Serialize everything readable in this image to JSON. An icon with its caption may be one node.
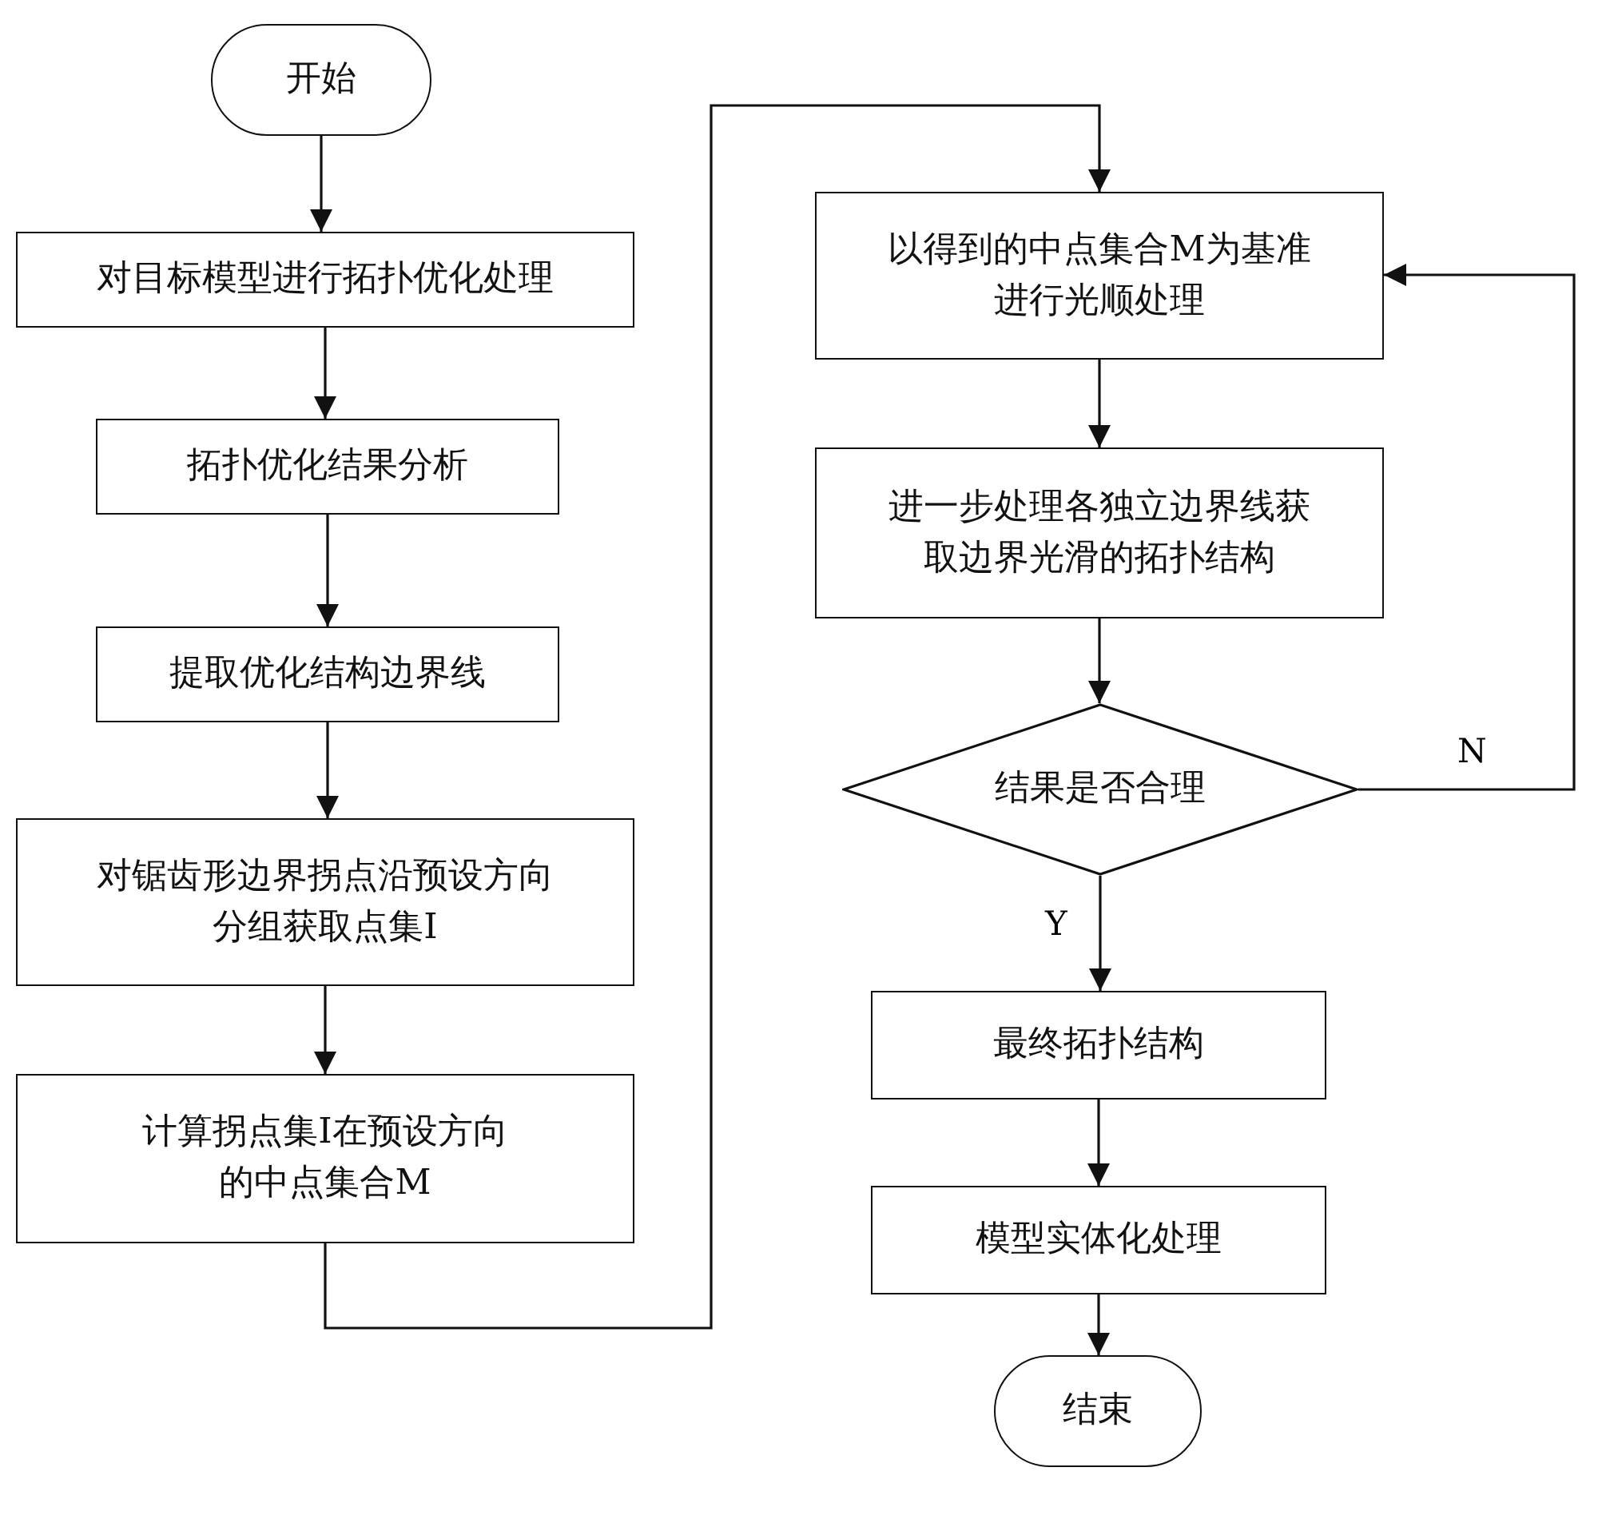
{
  "diagram": {
    "nodes": [
      {
        "text": [
          "开始"
        ]
      },
      {
        "text": [
          "对目标模型进行拓扑优化处理"
        ]
      },
      {
        "text": [
          "拓扑优化结果分析"
        ]
      },
      {
        "text": [
          "提取优化结构边界线"
        ]
      },
      {
        "text": [
          "对锯齿形边界拐点沿预设方向分组获取点集I"
        ]
      },
      {
        "text": [
          "计算拐点集I在预设方向的中点集合M"
        ]
      },
      {
        "text": [
          "以得到的中点集合M为基准进行光顺处理"
        ]
      },
      {
        "text": [
          "进一步处理各独立边界线获取边界光滑的拓扑结构"
        ]
      },
      {
        "text": [
          "结果是否合理"
        ]
      },
      {
        "text": [
          "最终拓扑结构"
        ]
      },
      {
        "text": [
          "模型实体化处理"
        ]
      },
      {
        "text": [
          "结束"
        ]
      }
    ],
    "edges": [
      {
        "from": 0,
        "to": 1,
        "arrow": "to"
      },
      {
        "from": 1,
        "to": 2,
        "arrow": "to"
      },
      {
        "from": 2,
        "to": 3,
        "arrow": "to"
      },
      {
        "from": 3,
        "to": 4,
        "arrow": "to"
      },
      {
        "from": 4,
        "to": 5,
        "arrow": "to"
      },
      {
        "from": 5,
        "to": 6,
        "arrow": "to"
      },
      {
        "from": 6,
        "to": 7,
        "arrow": "to"
      },
      {
        "from": 7,
        "to": 8,
        "arrow": "to"
      },
      {
        "from": 8,
        "to": 6,
        "arrow": "to",
        "label": "N"
      },
      {
        "from": 8,
        "to": 9,
        "arrow": "to",
        "label": "Y"
      },
      {
        "from": 9,
        "to": 10,
        "arrow": "to"
      },
      {
        "from": 10,
        "to": 11,
        "arrow": "to"
      }
    ]
  }
}
